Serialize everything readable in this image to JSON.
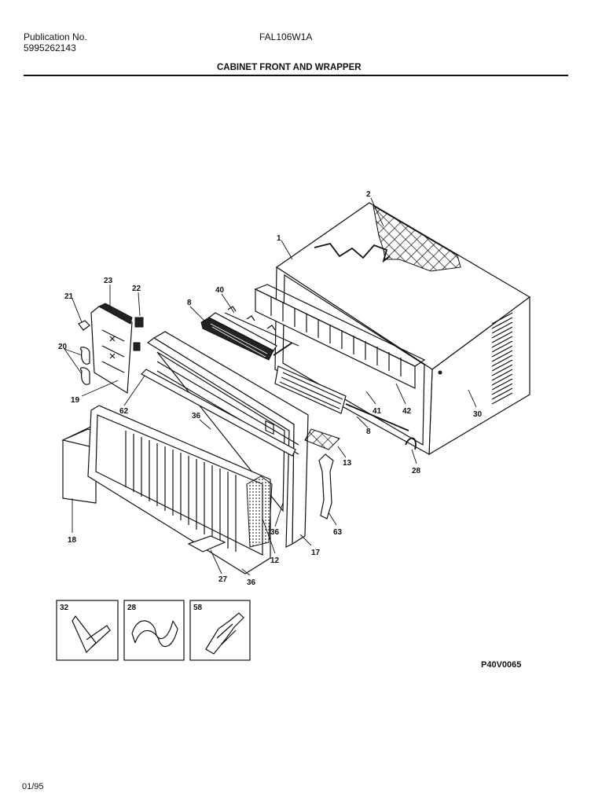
{
  "header": {
    "publication_label": "Publication No.",
    "publication_number": "5995262143",
    "model": "FAL106W1A",
    "section_title": "CABINET FRONT AND WRAPPER"
  },
  "footer": {
    "drawing_code": "P40V0065",
    "date_code": "01/95"
  },
  "callouts": {
    "c1": "1",
    "c2": "2",
    "c8a": "8",
    "c8b": "8",
    "c12": "12",
    "c13": "13",
    "c17": "17",
    "c18": "18",
    "c19": "19",
    "c20": "20",
    "c21": "21",
    "c22": "22",
    "c23": "23",
    "c27": "27",
    "c28": "28",
    "c30": "30",
    "c36a": "36",
    "c36b": "36",
    "c36c": "36",
    "c40": "40",
    "c41": "41",
    "c42": "42",
    "c62": "62",
    "c63": "63"
  },
  "insets": {
    "inset_a": "32",
    "inset_b": "28",
    "inset_c": "58"
  }
}
